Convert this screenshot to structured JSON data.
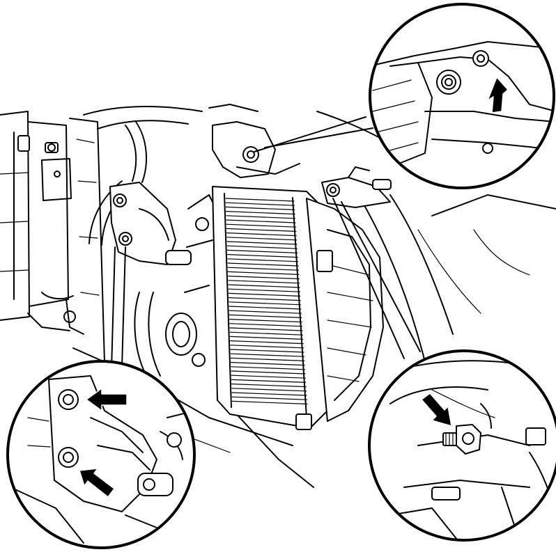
{
  "figure": {
    "background": "#ffffff",
    "line_color": "#000000",
    "subject": "intercooler-assembly",
    "callouts": [
      {
        "id": "upper-right",
        "content": "bolt-with-arrow",
        "arrow_count": 1
      },
      {
        "id": "lower-left",
        "content": "bracket-bolts-with-arrows",
        "arrow_count": 2
      },
      {
        "id": "lower-right",
        "content": "bolt-with-arrow",
        "arrow_count": 1
      }
    ]
  }
}
